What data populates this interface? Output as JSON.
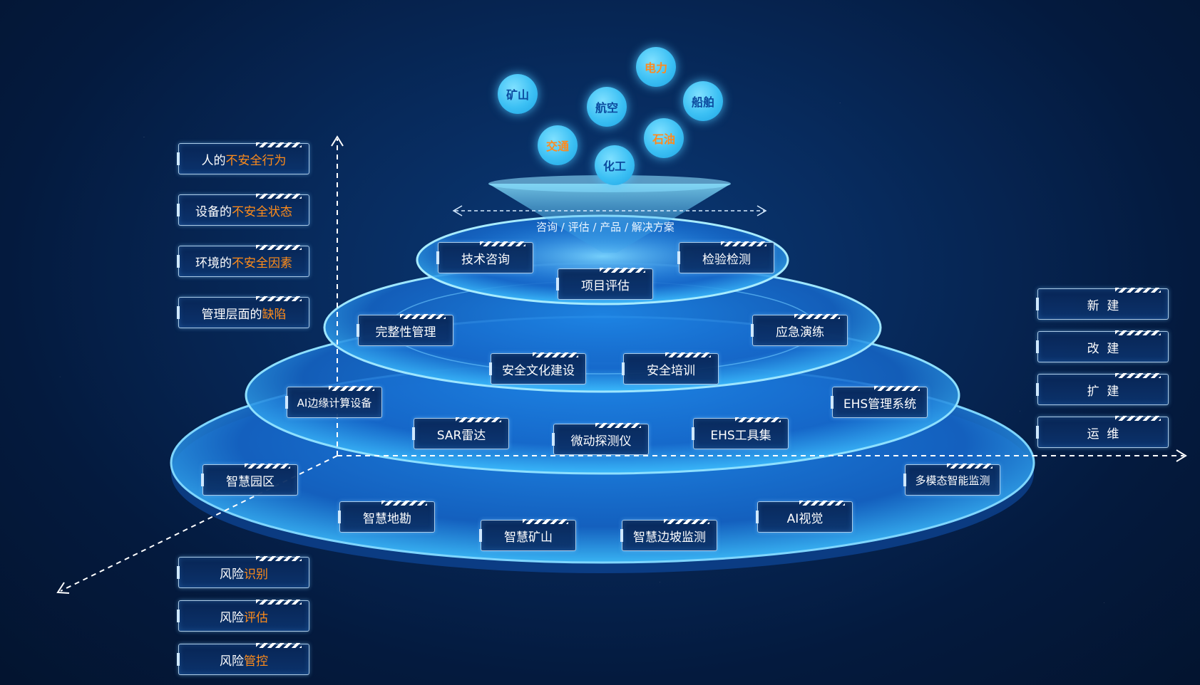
{
  "industries": [
    {
      "label": "电力",
      "color": "orange"
    },
    {
      "label": "矿山",
      "color": "blue"
    },
    {
      "label": "航空",
      "color": "blue"
    },
    {
      "label": "船舶",
      "color": "blue"
    },
    {
      "label": "交通",
      "color": "orange"
    },
    {
      "label": "石油",
      "color": "orange"
    },
    {
      "label": "化工",
      "color": "blue"
    }
  ],
  "funnel_caption": "咨询 / 评估 / 产品 / 解决方案",
  "left_risks": [
    {
      "prefix": "人的",
      "highlight": "不安全行为"
    },
    {
      "prefix": "设备的",
      "highlight": "不安全状态"
    },
    {
      "prefix": "环境的",
      "highlight": "不安全因素"
    },
    {
      "prefix": "管理层面的",
      "highlight": "缺陷"
    }
  ],
  "left_bottom": [
    {
      "prefix": "风险",
      "highlight": "识别"
    },
    {
      "prefix": "风险",
      "highlight": "评估"
    },
    {
      "prefix": "风险",
      "highlight": "管控"
    }
  ],
  "right_items": [
    "新  建",
    "改  建",
    "扩  建",
    "运  维"
  ],
  "tier1": [
    "技术咨询",
    "项目评估",
    "检验检测"
  ],
  "tier2": [
    "完整性管理",
    "应急演练",
    "安全文化建设",
    "安全培训"
  ],
  "tier3": [
    "AI边缘计算设备",
    "EHS管理系统",
    "SAR雷达",
    "微动探测仪",
    "EHS工具集"
  ],
  "tier4": [
    "智慧园区",
    "多模态智能监测",
    "智慧地勘",
    "AI视觉",
    "智慧矿山",
    "智慧边坡监测"
  ],
  "colors": {
    "highlight": "#ff8c1a",
    "bubble": "#3cc0f4",
    "background": "#05214c"
  }
}
